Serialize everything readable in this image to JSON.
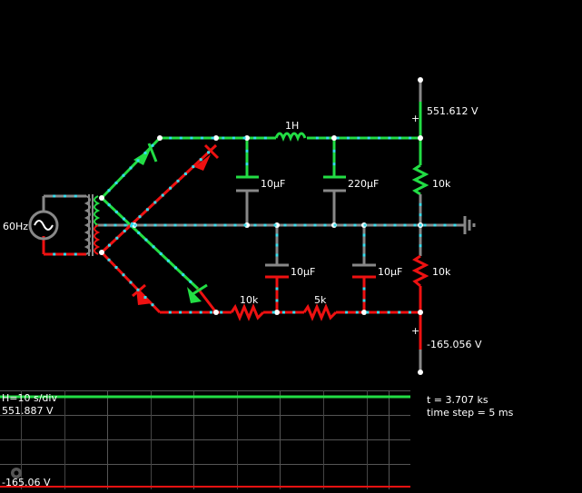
{
  "labels": {
    "source_freq": "60Hz",
    "inductor": "1H",
    "cap1": "10µF",
    "cap2": "220µF",
    "cap3": "10µF",
    "cap4": "10µF",
    "res_top": "10k",
    "res_bottom": "10k",
    "res_series1": "10k",
    "res_series2": "5k",
    "v_top": "551.612 V",
    "v_bottom": "-165.056 V",
    "plus": "+"
  },
  "scope": {
    "h_div": "H=10 s/div",
    "max_v": "551.887 V",
    "min_v": "-165.06 V"
  },
  "info": {
    "time": "t = 3.707 ks",
    "step": "time step = 5 ms"
  },
  "colors": {
    "positive": "#22dd44",
    "negative": "#ee1111",
    "neutral": "#888888",
    "current_dot": "#33ddee"
  }
}
